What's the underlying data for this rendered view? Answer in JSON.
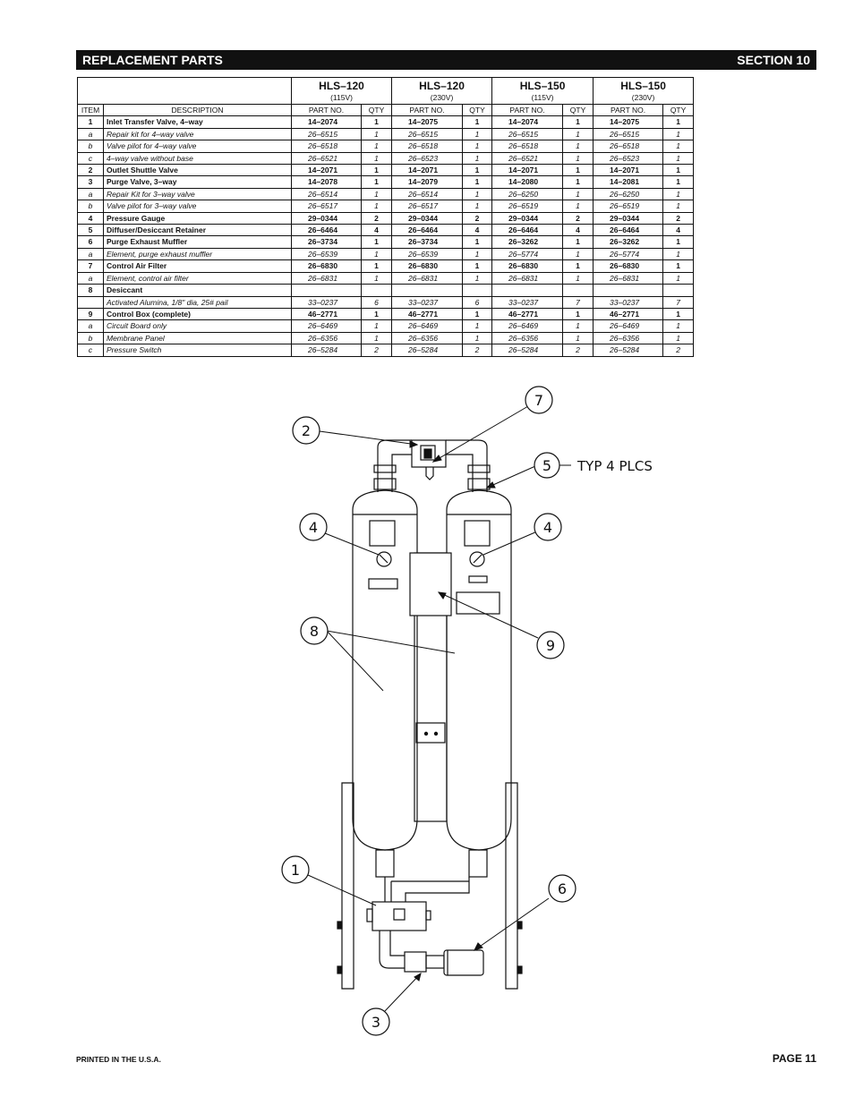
{
  "header": {
    "left": "REPLACEMENT PARTS",
    "right": "SECTION 10"
  },
  "table": {
    "models": [
      {
        "name": "HLS–120",
        "voltage": "(115V)"
      },
      {
        "name": "HLS–120",
        "voltage": "(230V)"
      },
      {
        "name": "HLS–150",
        "voltage": "(115V)"
      },
      {
        "name": "HLS–150",
        "voltage": "(230V)"
      }
    ],
    "col_item": "ITEM",
    "col_desc": "DESCRIPTION",
    "col_part": "PART NO.",
    "col_qty": "QTY",
    "rows": [
      {
        "item": "1",
        "desc": "Inlet Transfer Valve, 4–way",
        "style": "b",
        "cells": [
          [
            "14–2074",
            "1"
          ],
          [
            "14–2075",
            "1"
          ],
          [
            "14–2074",
            "1"
          ],
          [
            "14–2075",
            "1"
          ]
        ]
      },
      {
        "item": "a",
        "desc": "Repair kit for 4–way valve",
        "style": "i",
        "cells": [
          [
            "26–6515",
            "1"
          ],
          [
            "26–6515",
            "1"
          ],
          [
            "26–6515",
            "1"
          ],
          [
            "26–6515",
            "1"
          ]
        ]
      },
      {
        "item": "b",
        "desc": "Valve pilot for 4–way valve",
        "style": "i",
        "cells": [
          [
            "26–6518",
            "1"
          ],
          [
            "26–6518",
            "1"
          ],
          [
            "26–6518",
            "1"
          ],
          [
            "26–6518",
            "1"
          ]
        ]
      },
      {
        "item": "c",
        "desc": "4–way valve without base",
        "style": "i",
        "cells": [
          [
            "26–6521",
            "1"
          ],
          [
            "26–6523",
            "1"
          ],
          [
            "26–6521",
            "1"
          ],
          [
            "26–6523",
            "1"
          ]
        ]
      },
      {
        "item": "2",
        "desc": "Outlet Shuttle Valve",
        "style": "b",
        "cells": [
          [
            "14–2071",
            "1"
          ],
          [
            "14–2071",
            "1"
          ],
          [
            "14–2071",
            "1"
          ],
          [
            "14–2071",
            "1"
          ]
        ]
      },
      {
        "item": "3",
        "desc": "Purge Valve, 3–way",
        "style": "b",
        "cells": [
          [
            "14–2078",
            "1"
          ],
          [
            "14–2079",
            "1"
          ],
          [
            "14–2080",
            "1"
          ],
          [
            "14–2081",
            "1"
          ]
        ]
      },
      {
        "item": "a",
        "desc": "Repair Kit for 3–way valve",
        "style": "i",
        "bold_parts": [
          2,
          3
        ],
        "cells": [
          [
            "26–6514",
            "1"
          ],
          [
            "26–6514",
            "1"
          ],
          [
            "26–6250",
            "1"
          ],
          [
            "26–6250",
            "1"
          ]
        ]
      },
      {
        "item": "b",
        "desc": "Valve pilot for 3–way valve",
        "style": "i",
        "cells": [
          [
            "26–6517",
            "1"
          ],
          [
            "26–6517",
            "1"
          ],
          [
            "26–6519",
            "1"
          ],
          [
            "26–6519",
            "1"
          ]
        ]
      },
      {
        "item": "4",
        "desc": "Pressure Gauge",
        "style": "b",
        "cells": [
          [
            "29–0344",
            "2"
          ],
          [
            "29–0344",
            "2"
          ],
          [
            "29–0344",
            "2"
          ],
          [
            "29–0344",
            "2"
          ]
        ]
      },
      {
        "item": "5",
        "desc": "Diffuser/Desiccant Retainer",
        "style": "b",
        "cells": [
          [
            "26–6464",
            "4"
          ],
          [
            "26–6464",
            "4"
          ],
          [
            "26–6464",
            "4"
          ],
          [
            "26–6464",
            "4"
          ]
        ]
      },
      {
        "item": "6",
        "desc": " Purge Exhaust Muffler",
        "style": "b",
        "cells": [
          [
            "26–3734",
            "1"
          ],
          [
            "26–3734",
            "1"
          ],
          [
            "26–3262",
            "1"
          ],
          [
            "26–3262",
            "1"
          ]
        ]
      },
      {
        "item": "a",
        "desc": "Element, purge exhaust muffler",
        "style": "i",
        "cells": [
          [
            "26–6539",
            "1"
          ],
          [
            "26–6539",
            "1"
          ],
          [
            "26–5774",
            "1"
          ],
          [
            "26–5774",
            "1"
          ]
        ]
      },
      {
        "item": "7",
        "desc": "Control Air Filter",
        "style": "b",
        "cells": [
          [
            "26–6830",
            "1"
          ],
          [
            "26–6830",
            "1"
          ],
          [
            "26–6830",
            "1"
          ],
          [
            "26–6830",
            "1"
          ]
        ]
      },
      {
        "item": "a",
        "desc": "Element, control air filter",
        "style": "i",
        "cells": [
          [
            "26–6831",
            "1"
          ],
          [
            "26–6831",
            "1"
          ],
          [
            "26–6831",
            "1"
          ],
          [
            "26–6831",
            "1"
          ]
        ]
      },
      {
        "item": "8",
        "desc": "Desiccant",
        "style": "b",
        "cells": [
          [
            "",
            ""
          ],
          [
            "",
            ""
          ],
          [
            "",
            ""
          ],
          [
            "",
            ""
          ]
        ]
      },
      {
        "item": "",
        "desc": "Activated Alumina, 1/8\" dia, 25# pail",
        "style": "i",
        "cells": [
          [
            "33–0237",
            "6"
          ],
          [
            "33–0237",
            "6"
          ],
          [
            "33–0237",
            "7"
          ],
          [
            "33–0237",
            "7"
          ]
        ]
      },
      {
        "item": "9",
        "desc": "Control Box (complete)",
        "style": "b",
        "cells": [
          [
            "46–2771",
            "1"
          ],
          [
            "46–2771",
            "1"
          ],
          [
            "46–2771",
            "1"
          ],
          [
            "46–2771",
            "1"
          ]
        ]
      },
      {
        "item": "a",
        "desc": "Circuit Board only",
        "style": "i",
        "cells": [
          [
            "26–6469",
            "1"
          ],
          [
            "26–6469",
            "1"
          ],
          [
            "26–6469",
            "1"
          ],
          [
            "26–6469",
            "1"
          ]
        ]
      },
      {
        "item": "b",
        "desc": "Membrane Panel",
        "style": "i",
        "cells": [
          [
            "26–6356",
            "1"
          ],
          [
            "26–6356",
            "1"
          ],
          [
            "26–6356",
            "1"
          ],
          [
            "26–6356",
            "1"
          ]
        ]
      },
      {
        "item": "c",
        "desc": "Pressure Switch",
        "style": "i",
        "cells": [
          [
            "26–5284",
            "2"
          ],
          [
            "26–5284",
            "2"
          ],
          [
            "26–5284",
            "2"
          ],
          [
            "26–5284",
            "2"
          ]
        ]
      }
    ]
  },
  "diagram": {
    "callouts": [
      "1",
      "2",
      "3",
      "4",
      "4",
      "5",
      "6",
      "7",
      "8",
      "9"
    ],
    "note": "TYP  4  PLCS"
  },
  "footer": {
    "left": "PRINTED IN THE U.S.A.",
    "right": "PAGE 11"
  }
}
